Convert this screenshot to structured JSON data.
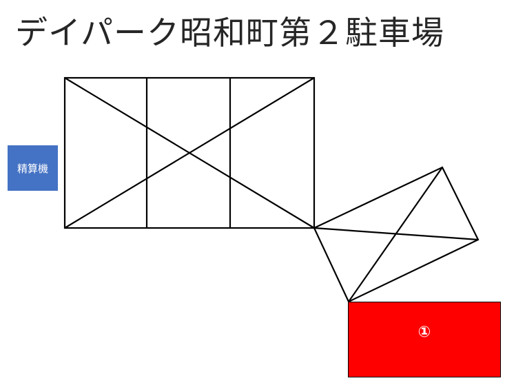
{
  "title": "デイパーク昭和町第２駐車場",
  "kiosk": {
    "label": "精算機",
    "color": "#4472c4"
  },
  "spaces": [
    {
      "label": "①",
      "color": "#ff0000"
    }
  ]
}
